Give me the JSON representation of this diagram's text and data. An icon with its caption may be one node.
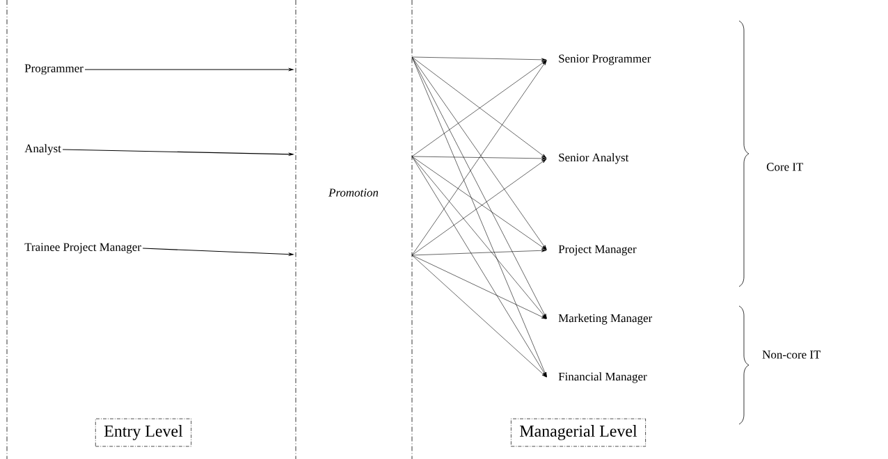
{
  "diagram": {
    "nodes": [
      {
        "text": [
          "Programmer"
        ]
      },
      {
        "text": [
          "Analyst"
        ]
      },
      {
        "text": [
          "Trainee Project Manager"
        ]
      },
      {
        "text": [
          "Senior Programmer"
        ]
      },
      {
        "text": [
          "Senior Analyst"
        ]
      },
      {
        "text": [
          "Project Manager"
        ]
      },
      {
        "text": [
          "Marketing Manager"
        ]
      },
      {
        "text": [
          "Financial Manager"
        ]
      },
      {
        "text": [
          "Entry Level"
        ]
      },
      {
        "text": [
          "Managerial Level"
        ]
      }
    ],
    "edges": [
      {
        "from": 0,
        "to": null,
        "arrow": "to"
      },
      {
        "from": 1,
        "to": null,
        "arrow": "to"
      },
      {
        "from": 2,
        "to": null,
        "arrow": "to"
      },
      {
        "from": null,
        "to": 3,
        "arrow": "to"
      },
      {
        "from": null,
        "to": 4,
        "arrow": "to"
      },
      {
        "from": null,
        "to": 5,
        "arrow": "to"
      },
      {
        "from": null,
        "to": 6,
        "arrow": "to"
      },
      {
        "from": null,
        "to": 7,
        "arrow": "to"
      },
      {
        "from": null,
        "to": 3,
        "arrow": "to"
      },
      {
        "from": null,
        "to": 4,
        "arrow": "to"
      },
      {
        "from": null,
        "to": 5,
        "arrow": "to"
      },
      {
        "from": null,
        "to": 6,
        "arrow": "to"
      },
      {
        "from": null,
        "to": 7,
        "arrow": "to"
      },
      {
        "from": null,
        "to": 3,
        "arrow": "to"
      },
      {
        "from": null,
        "to": 4,
        "arrow": "to"
      },
      {
        "from": null,
        "to": 5,
        "arrow": "to"
      },
      {
        "from": null,
        "to": 6,
        "arrow": "to"
      },
      {
        "from": null,
        "to": 7,
        "arrow": "to"
      }
    ],
    "labels": [
      "Promotion",
      "Core IT",
      "Non-core IT"
    ]
  }
}
